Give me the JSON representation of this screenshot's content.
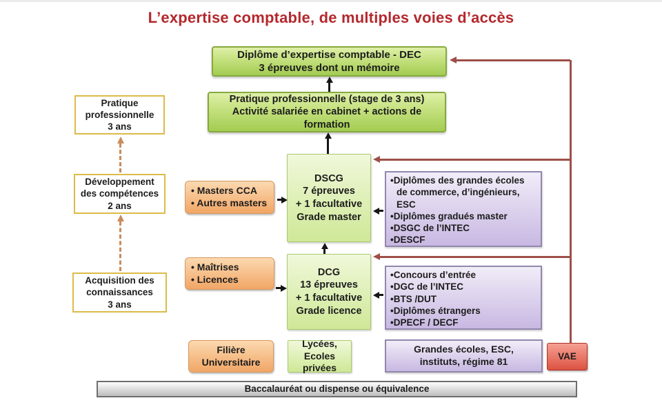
{
  "title": "L’expertise comptable, de multiples voies d’accès",
  "colors": {
    "title_red": "#b4282d",
    "arrow_red": "#9d4f47",
    "arrow_black": "#151515",
    "arrow_dashed_orange": "#c98a5c",
    "green_box_border": "#86a93f",
    "orange_box_border": "#d29a62",
    "purple_box_border": "#9187ac",
    "yellow_frame_border": "#dcbb49",
    "vae_red": "#dc5242"
  },
  "dec_box": {
    "lines": [
      "Diplôme d’expertise comptable - DEC",
      "3 épreuves  dont un mémoire"
    ]
  },
  "stage_box": {
    "lines": [
      "Pratique professionnelle (stage de 3 ans)",
      "Activité salariée en cabinet + actions de",
      "formation"
    ]
  },
  "timeline": {
    "practice": {
      "lines": [
        "Pratique",
        "professionnelle",
        "3 ans"
      ]
    },
    "development": {
      "lines": [
        "Développement",
        "des compétences",
        "2 ans"
      ]
    },
    "acquisition": {
      "lines": [
        "Acquisition des",
        "connaissances",
        "3 ans"
      ]
    }
  },
  "dscg_box": {
    "lines": [
      "DSCG",
      "7 épreuves",
      "+ 1 facultative",
      "Grade master"
    ]
  },
  "dcg_box": {
    "lines": [
      "DCG",
      "13 épreuves",
      "+ 1 facultative",
      "Grade licence"
    ]
  },
  "masters_box": {
    "items": [
      "• Masters CCA",
      "• Autres masters"
    ]
  },
  "maitrises_box": {
    "items": [
      "• Maîtrises",
      "• Licences"
    ]
  },
  "grandes_ecoles_master_box": {
    "items": [
      "•Diplômes des grandes écoles de commerce,  d’ingénieurs, ESC",
      "•Diplômes gradués master",
      "•DSGC de l’INTEC",
      "•DESCF"
    ]
  },
  "acces_dcg_box": {
    "items": [
      "•Concours d’entrée",
      "•DGC de l’INTEC",
      "•BTS /DUT",
      "•Diplômes étrangers",
      "•DPECF / DECF"
    ]
  },
  "footer": {
    "filiere": {
      "lines": [
        "Filière",
        "Universitaire"
      ]
    },
    "lycees": {
      "lines": [
        "Lycées,",
        "Ecoles privées"
      ]
    },
    "grandes_ecoles": {
      "lines": [
        "Grandes écoles, ESC,",
        "instituts, régime 81"
      ]
    },
    "vae": "VAE",
    "baccalaureat": "Baccalauréat ou dispense ou équivalence"
  }
}
